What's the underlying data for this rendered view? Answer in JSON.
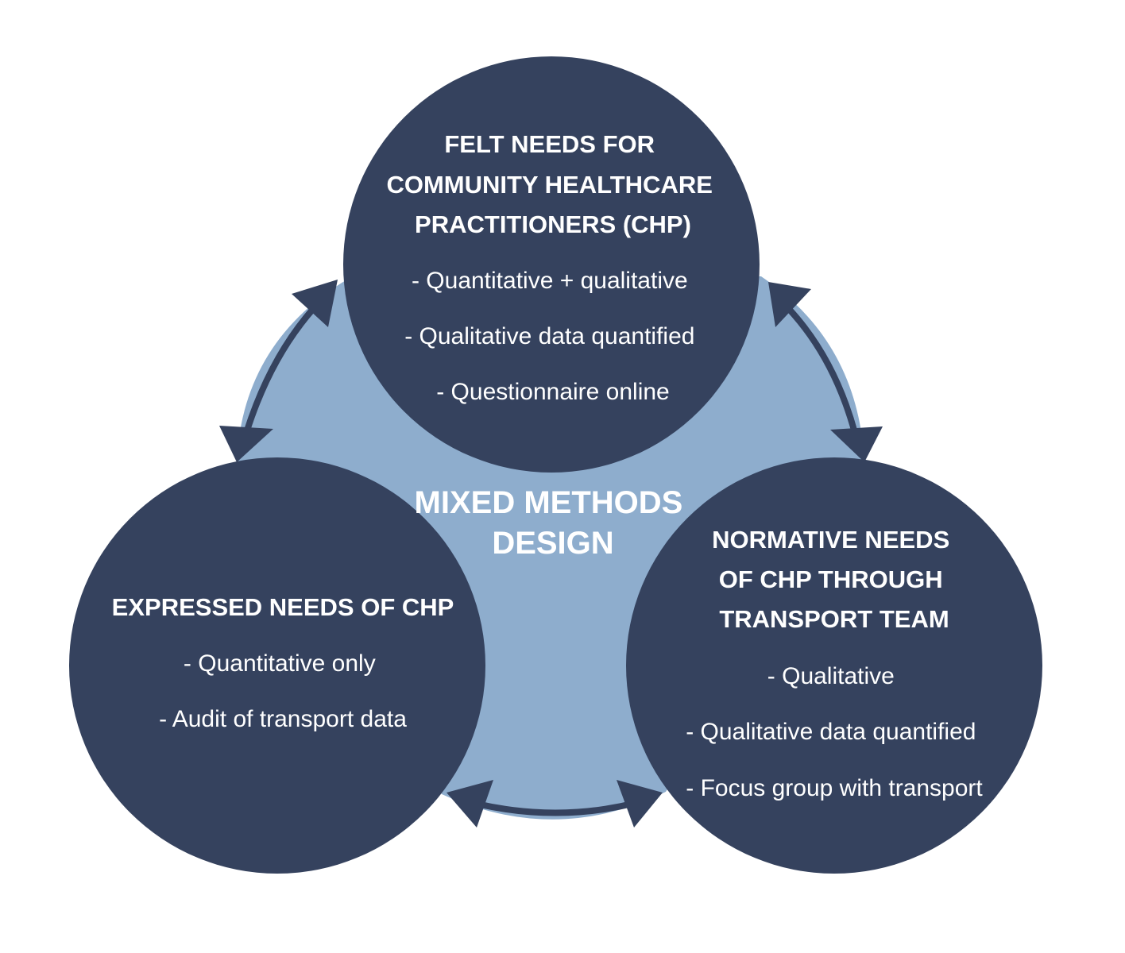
{
  "colors": {
    "circle": "#35425e",
    "center": "#8eadcd",
    "arrow": "#35425e",
    "text": "#ffffff",
    "background": "#ffffff"
  },
  "center": {
    "title": [
      "MIXED  METHODS",
      "DESIGN"
    ]
  },
  "nodes": {
    "top": {
      "title": [
        "FELT NEEDS FOR",
        "COMMUNITY HEALTHCARE",
        "PRACTITIONERS (CHP)"
      ],
      "bullets": [
        "- Quantitative + qualitative",
        "- Qualitative data quantified",
        "- Questionnaire online"
      ]
    },
    "left": {
      "title": [
        "EXPRESSED NEEDS OF CHP"
      ],
      "bullets": [
        "- Quantitative only",
        "- Audit of transport data"
      ]
    },
    "right": {
      "title": [
        "NORMATIVE NEEDS",
        "OF CHP THROUGH",
        "TRANSPORT TEAM"
      ],
      "bullets": [
        "- Qualitative",
        "- Qualitative data quantified",
        "- Focus group with transport"
      ]
    }
  },
  "connectors": [
    {
      "from": "top",
      "to": "left",
      "type": "bidirectional-arrow"
    },
    {
      "from": "top",
      "to": "right",
      "type": "bidirectional-arrow"
    },
    {
      "from": "left",
      "to": "right",
      "type": "bidirectional-arrow"
    }
  ]
}
